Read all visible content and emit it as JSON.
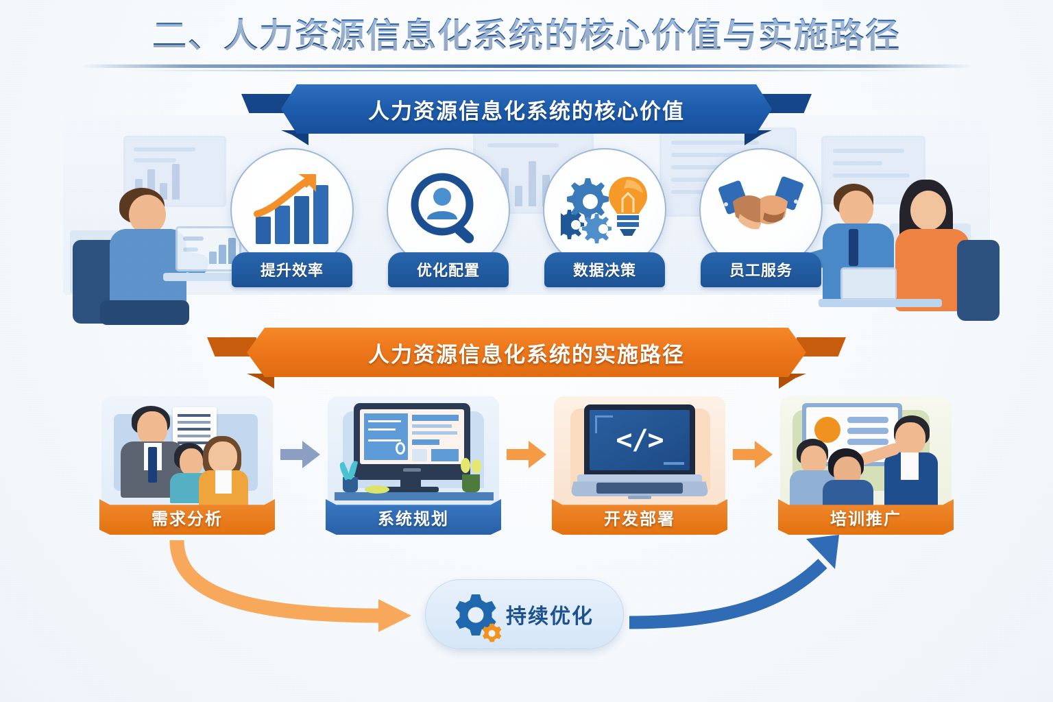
{
  "title": {
    "text": "二、人力资源信息化系统的核心价值与实施路径"
  },
  "colors": {
    "brand_blue": "#1d5bab",
    "deep_blue": "#16468a",
    "accent_orange": "#ec7519",
    "light_orange": "#f7a85a",
    "arrow_blue": "#3a79c4",
    "page_bg": "#ffffff"
  },
  "section_value": {
    "banner": "人力资源信息化系统的核心价值",
    "items": [
      {
        "label": "提升效率",
        "icon": "bar-chart-growth-icon"
      },
      {
        "label": "优化配置",
        "icon": "magnifier-person-icon"
      },
      {
        "label": "数据决策",
        "icon": "gears-lightbulb-icon"
      },
      {
        "label": "员工服务",
        "icon": "handshake-icon"
      }
    ]
  },
  "section_path": {
    "banner": "人力资源信息化系统的实施路径",
    "steps": [
      {
        "label": "需求分析",
        "icon": "people-document-icon",
        "label_color": "orange"
      },
      {
        "label": "系统规划",
        "icon": "desktop-dashboard-icon",
        "label_color": "blue"
      },
      {
        "label": "开发部署",
        "icon": "laptop-code-icon",
        "label_color": "orange"
      },
      {
        "label": "培训推广",
        "icon": "training-presentation-icon",
        "label_color": "orange"
      }
    ],
    "arrows": [
      {
        "name": "arrow-step1-to-step2",
        "color": "#8b9ec4"
      },
      {
        "name": "arrow-step2-to-step3",
        "color": "#f59a45"
      },
      {
        "name": "arrow-step3-to-step4",
        "color": "#f59a45"
      }
    ]
  },
  "feedback_loop": {
    "label": "持续优化",
    "icon_large": "gear-icon",
    "icon_small": "gear-small-icon",
    "outbound_arrow": "feedback-outbound-arrow",
    "return_arrow": "feedback-return-arrow"
  },
  "scenery": {
    "left_scene": "man-at-desk-with-monitor",
    "right_scene": "two-colleagues-at-desk-with-laptop",
    "backdrop": "office-wall-with-screens"
  }
}
